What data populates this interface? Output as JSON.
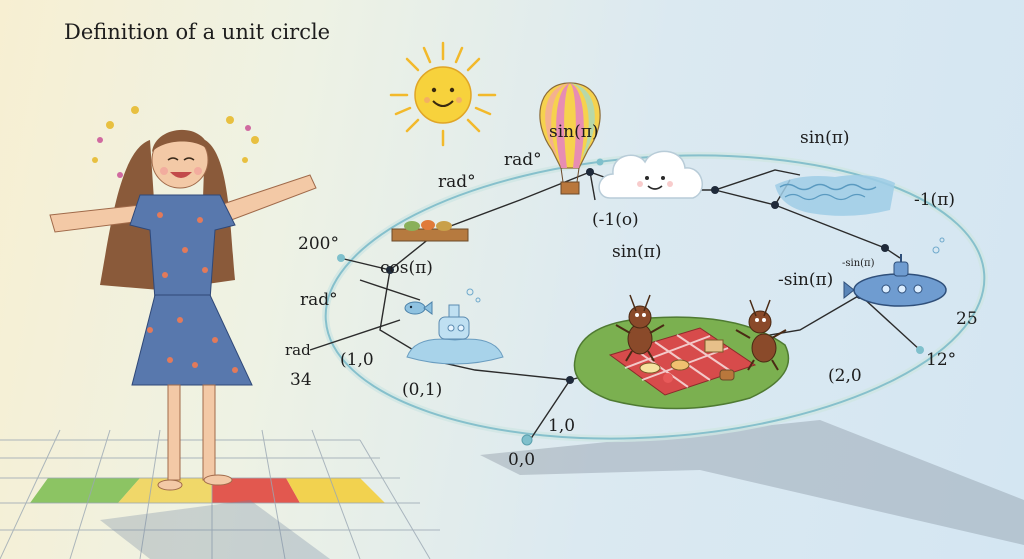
{
  "title": "Definition of a unit circle",
  "labels": {
    "rad_top": "rad°",
    "sin_balloon": "sin(π)",
    "rad_left_upper": "rad°",
    "sin_top_right": "sin(π)",
    "neg1_pi": "-1(π)",
    "neg1_o": "(-1(o)",
    "deg_200": "200°",
    "cos_pi": "cos(π)",
    "sin_center": "sin(π)",
    "rad_left_mid": "rad°",
    "neg_sin": "-sin(π)",
    "neg_sin_sup": "-sin(π)",
    "num_25": "25",
    "rad_left_low": "rad",
    "pt_1_0_left": "(1,0",
    "num_34": "34",
    "deg_12": "12°",
    "pt_0_1": "(0,1)",
    "pt_2_0": "(2,0",
    "pt_1_0_bottom": "1,0",
    "pt_0_0": "0,0"
  },
  "colors": {
    "orbit": "#a9d3dc",
    "sun": "#f7d23c",
    "skirt": "#5878ad",
    "grass": "#7bb050",
    "picnic_cloth": "#d74b4b",
    "ant": "#8a4a2a"
  },
  "icons": [
    "sun-icon",
    "hot-air-balloon-icon",
    "smiling-cloud-icon",
    "water-wave-icon",
    "submarine-icon",
    "fish-icon",
    "wooden-tray-icon",
    "picnic-island-icon",
    "ant-icon"
  ]
}
